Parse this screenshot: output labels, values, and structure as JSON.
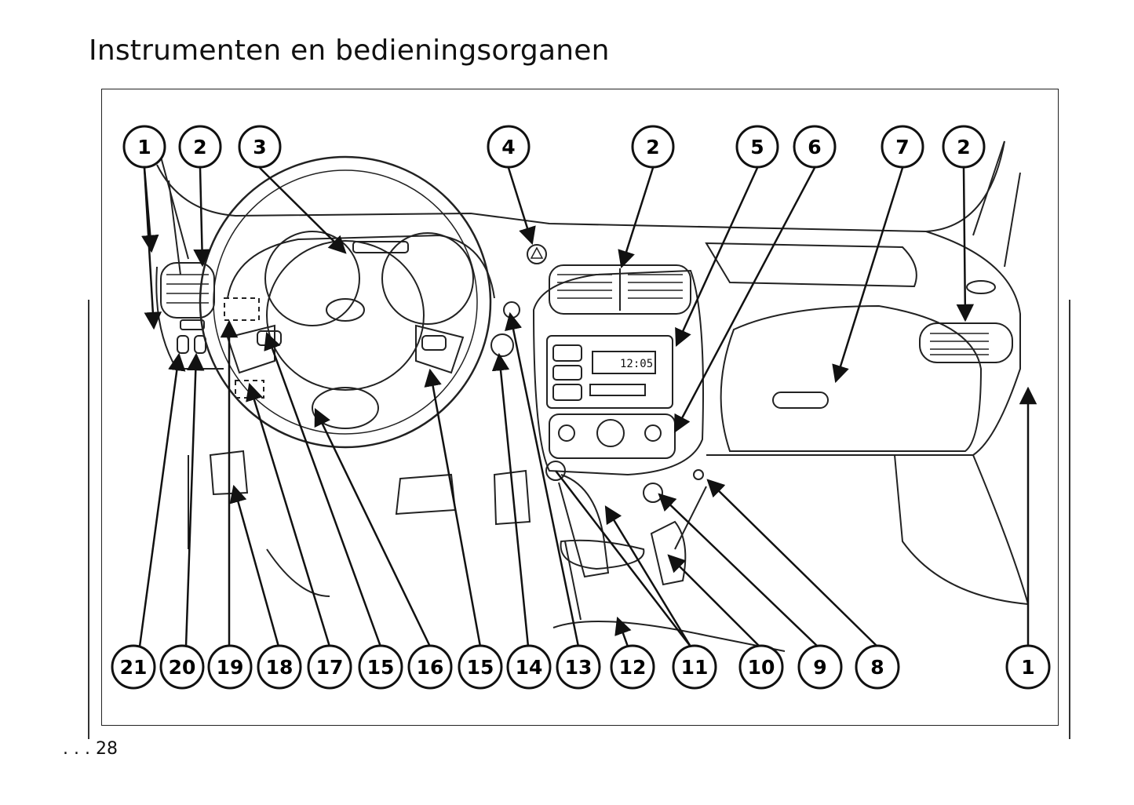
{
  "page": {
    "title": "Instrumenten en bedieningsorganen",
    "page_number": ". . . 28"
  },
  "diagram": {
    "callouts_top": [
      "1",
      "2",
      "3",
      "4",
      "2",
      "5",
      "6",
      "7",
      "2"
    ],
    "callouts_bottom": [
      "21",
      "20",
      "19",
      "18",
      "17",
      "15",
      "16",
      "15",
      "14",
      "13",
      "12",
      "11",
      "10",
      "9",
      "8",
      "1"
    ],
    "radio_display": "12:05"
  }
}
